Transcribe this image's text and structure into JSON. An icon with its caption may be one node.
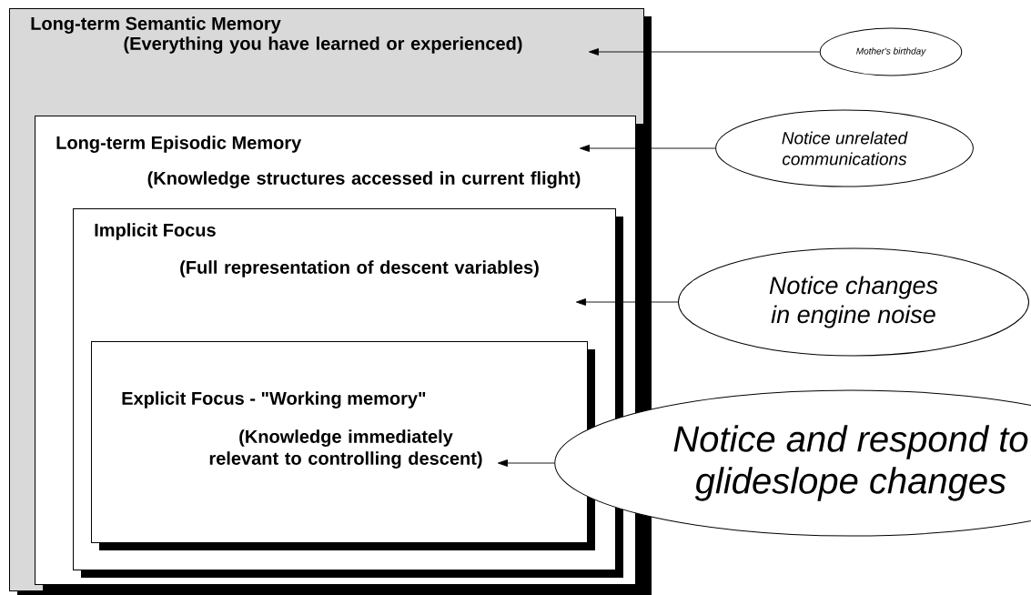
{
  "diagram": {
    "nodes": [
      {
        "text": [
          "Long-term Semantic Memory",
          "(Everything you have learned or experienced)"
        ]
      },
      {
        "text": [
          "Long-term Episodic Memory",
          "(Knowledge structures accessed in current flight)"
        ],
        "in": 0
      },
      {
        "text": [
          "Implicit Focus",
          "(Full representation of  descent variables)"
        ],
        "in": 1
      },
      {
        "text": [
          "Explicit Focus - \"Working memory\"",
          "(Knowledge immediately relevant to controlling descent)"
        ],
        "in": 2
      },
      {
        "text": [
          "Mother's birthday"
        ]
      },
      {
        "text": [
          "Notice unrelated communications"
        ]
      },
      {
        "text": [
          "Notice changes in engine noise"
        ]
      },
      {
        "text": [
          "Notice and  respond to glideslope changes"
        ]
      }
    ],
    "edges": [
      {
        "from": 4,
        "to": 0,
        "arrow": "to"
      },
      {
        "from": 5,
        "to": 1,
        "arrow": "to"
      },
      {
        "from": 6,
        "to": 2,
        "arrow": "to"
      },
      {
        "from": 7,
        "to": 3,
        "arrow": "to"
      }
    ]
  }
}
